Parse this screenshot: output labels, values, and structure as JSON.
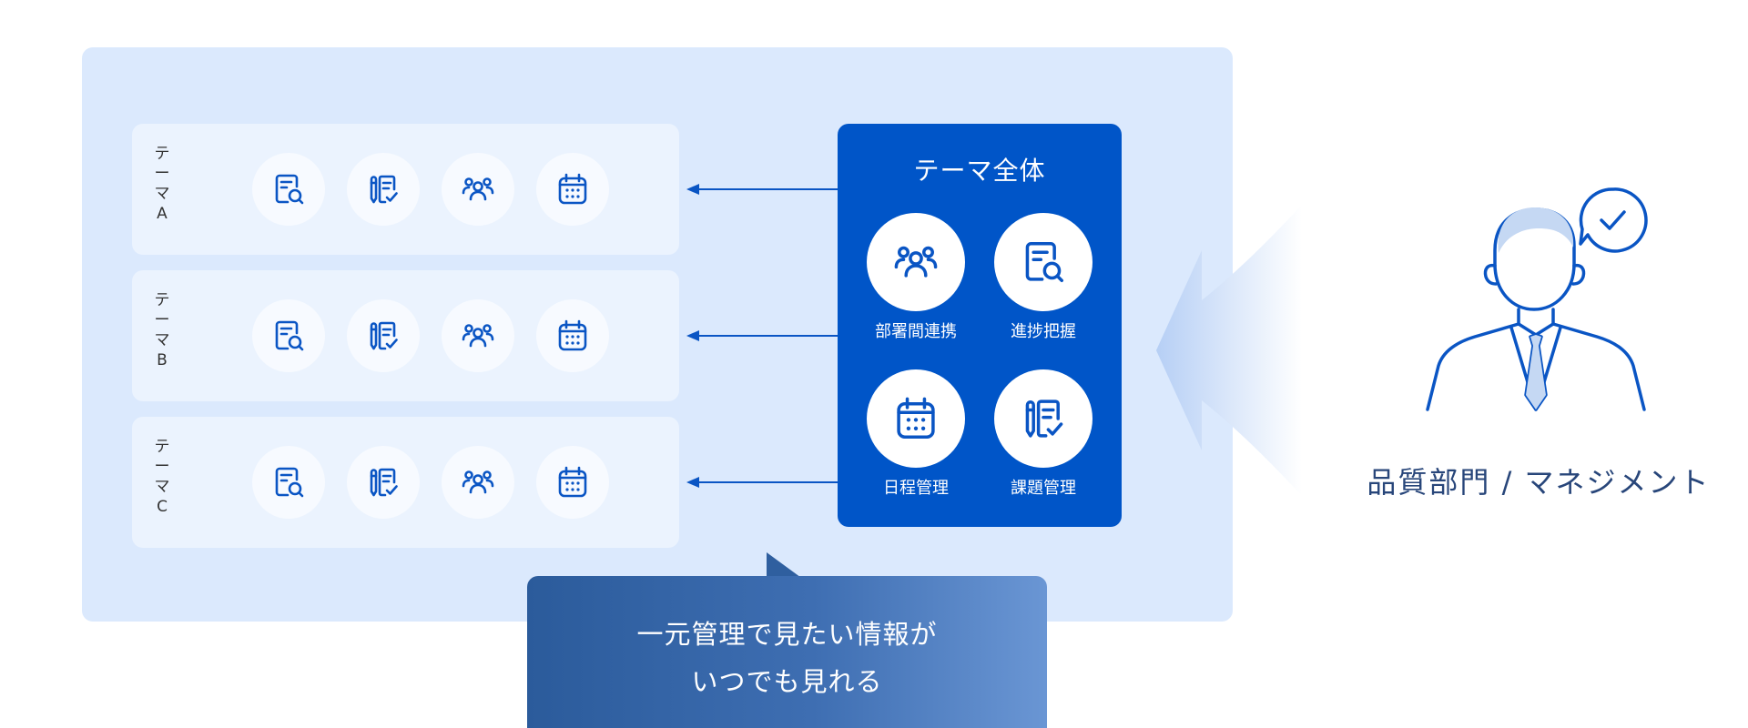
{
  "themes": [
    {
      "label": "テ\nー\nマ\nA"
    },
    {
      "label": "テ\nー\nマ\nB"
    },
    {
      "label": "テ\nー\nマ\nC"
    }
  ],
  "row_icons": [
    "document-search-icon",
    "checklist-pen-icon",
    "team-icon",
    "calendar-icon"
  ],
  "overview": {
    "title": "テーマ全体",
    "features": [
      {
        "label": "部署間連携",
        "icon": "team-icon"
      },
      {
        "label": "進捗把握",
        "icon": "document-search-icon"
      },
      {
        "label": "日程管理",
        "icon": "calendar-icon"
      },
      {
        "label": "課題管理",
        "icon": "checklist-pen-icon"
      }
    ]
  },
  "callout": {
    "text": "一元管理で見たい情報が\nいつでも見れる"
  },
  "manager": {
    "label": "品質部門 / マネジメント",
    "badge_icon": "checkmark-bubble-icon"
  },
  "colors": {
    "panel_bg": "#dbe9fd",
    "row_bg": "#ebf3fe",
    "overview_bg": "#0055c8",
    "icon_stroke": "#0a55c4",
    "callout_start": "#2b5b9b",
    "callout_end": "#6a96d4",
    "manager_text": "#28467a"
  }
}
